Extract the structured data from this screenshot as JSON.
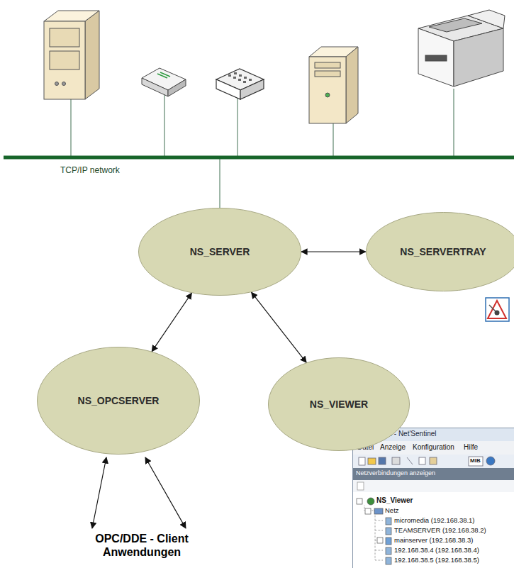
{
  "diagram": {
    "nodes": [
      {
        "text": [
          "NS_SERVER"
        ]
      },
      {
        "text": [
          "NS_SERVERTRAY"
        ]
      },
      {
        "text": [
          "NS_OPCSERVER"
        ]
      },
      {
        "text": [
          "NS_VIEWER"
        ]
      }
    ],
    "edges": [
      {
        "from": 0,
        "to": 1,
        "arrow": "both"
      },
      {
        "from": 0,
        "to": 2,
        "arrow": "both"
      },
      {
        "from": 0,
        "to": 3,
        "arrow": "both"
      }
    ],
    "labels": [
      "TCP/IP network",
      "OPC/DDE - Client Anwendungen",
      "mmi.nts - Net'Sentinel",
      "Datei",
      "Anzeige",
      "Konfiguration",
      "Hilfe",
      "MIB",
      "Netzverbindungen anzeigen",
      "NS_Viewer",
      "Netz",
      "micromedia (192.168.38.1)",
      "TEAMSERVER (192.168.38.2)",
      "mainserver (192.168.38.3)",
      "192.168.38.4 (192.168.38.4)",
      "192.168.38.5 (192.168.38.5)"
    ]
  }
}
